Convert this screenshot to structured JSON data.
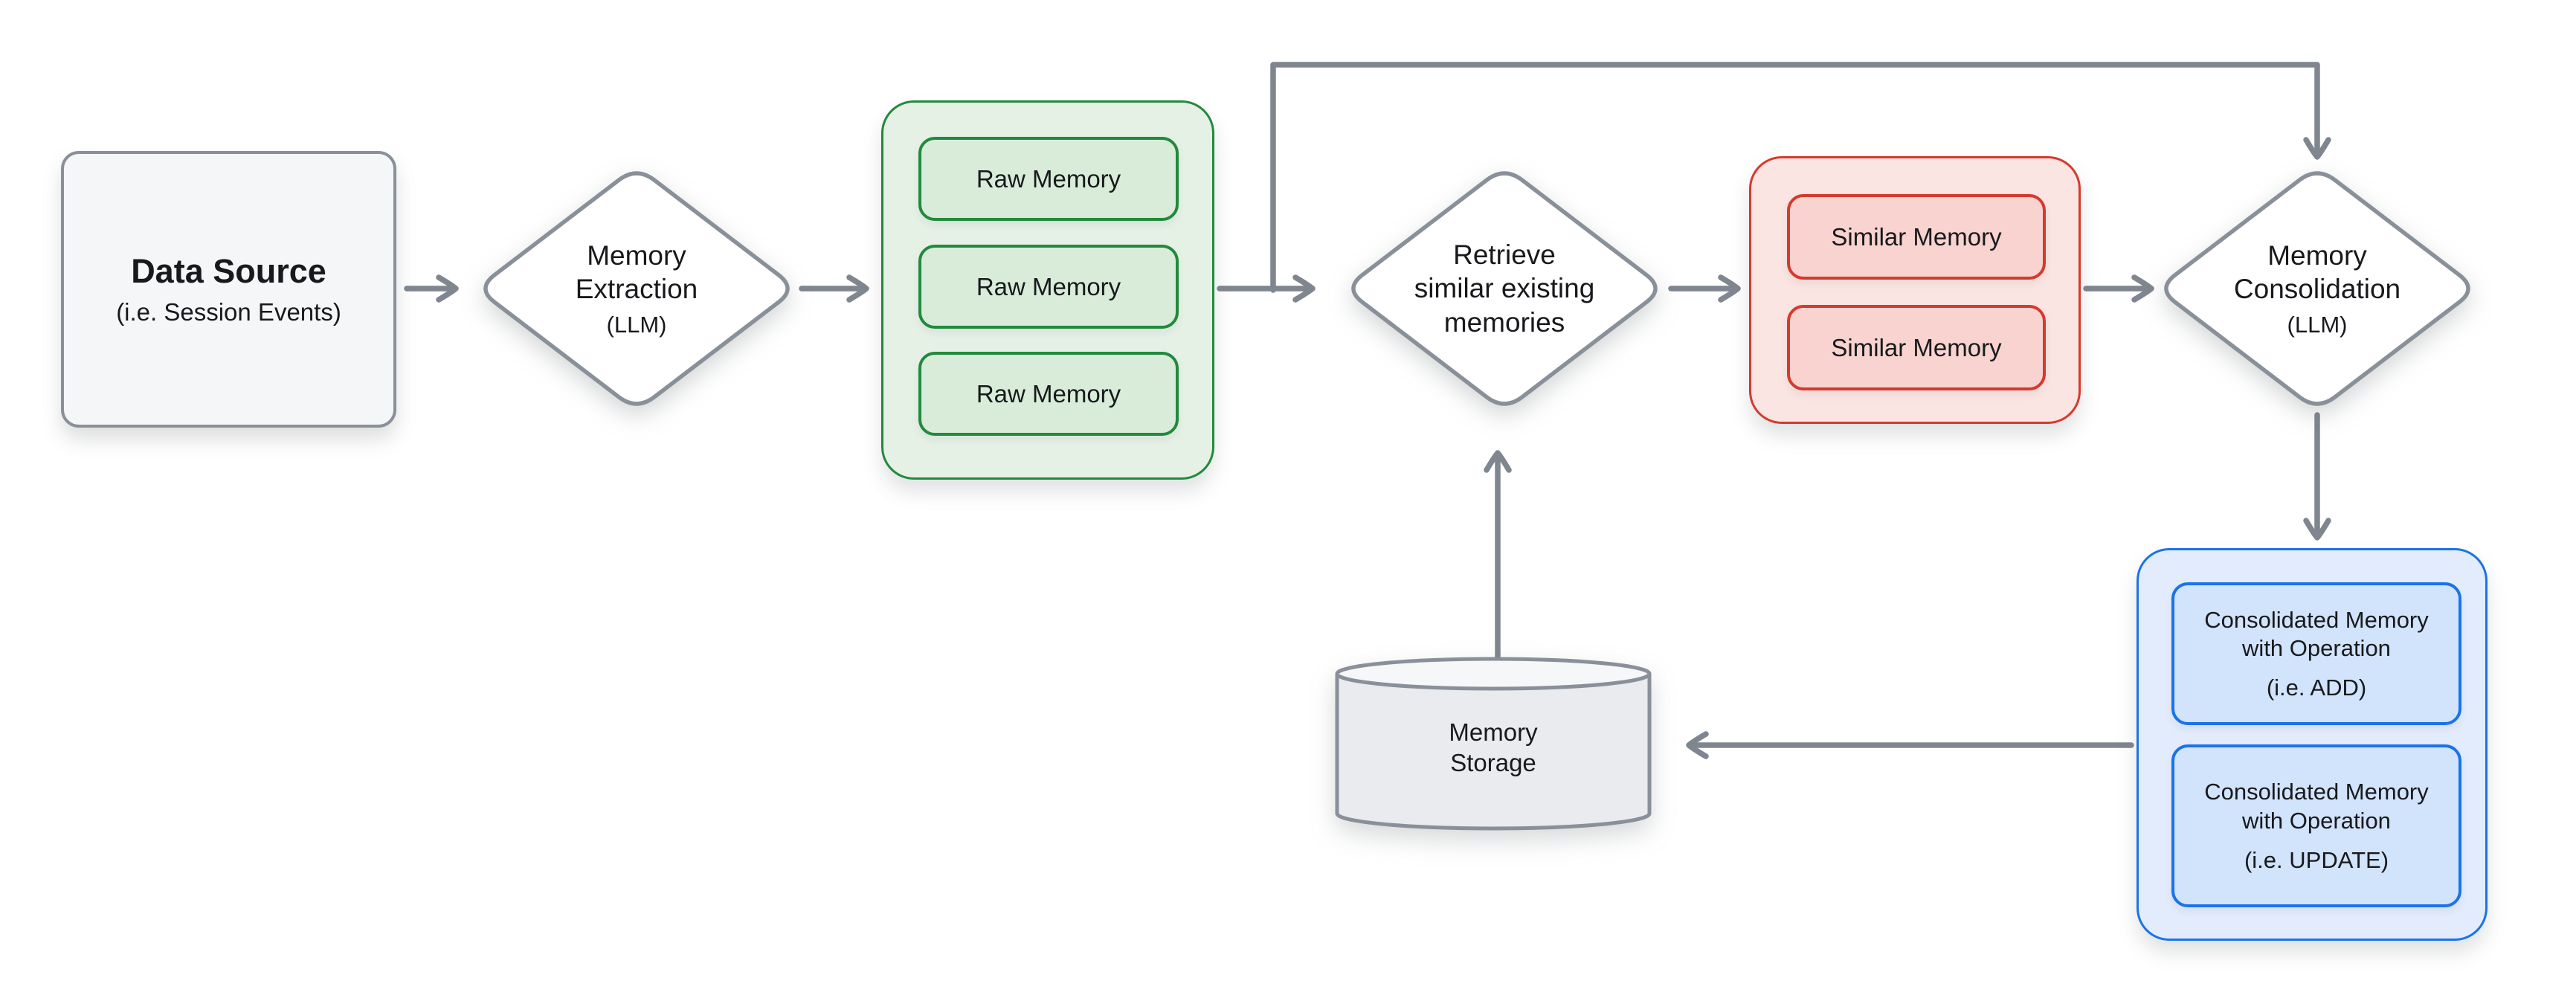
{
  "nodes": {
    "data_source": {
      "title": "Data Source",
      "subtitle": "(i.e. Session Events)"
    },
    "memory_extraction": {
      "title": "Memory Extraction",
      "subtitle": "(LLM)"
    },
    "raw_memories": {
      "items": [
        "Raw Memory",
        "Raw Memory",
        "Raw Memory"
      ]
    },
    "retrieve_similar": {
      "title": "Retrieve similar existing memories"
    },
    "similar_memories": {
      "items": [
        "Similar Memory",
        "Similar Memory"
      ]
    },
    "memory_consolidation": {
      "title": "Memory Consolidation",
      "subtitle": "(LLM)"
    },
    "consolidated_memories": {
      "items": [
        {
          "title": "Consolidated Memory with Operation",
          "subtitle": "(i.e. ADD)"
        },
        {
          "title": "Consolidated Memory with Operation",
          "subtitle": "(i.e. UPDATE)"
        }
      ]
    },
    "memory_storage": {
      "title": "Memory Storage"
    }
  },
  "colors": {
    "connector": "#7f868f",
    "node_border": "#8a9099",
    "text": "#17191c",
    "gray_fill": "#f5f6f8",
    "cylinder_fill": "#e9ebee",
    "cylinder_top_fill": "#f6f7f9",
    "green_border": "#218a3c",
    "green_fill": "#e6f1e6",
    "green_item_fill": "#d8ecd9",
    "red_border": "#d53a2e",
    "red_fill": "#fbe5e2",
    "red_item_fill": "#f8d3cf",
    "blue_border": "#1a73e8",
    "blue_fill": "#e3ecfc",
    "blue_item_fill": "#d2e3fc"
  }
}
